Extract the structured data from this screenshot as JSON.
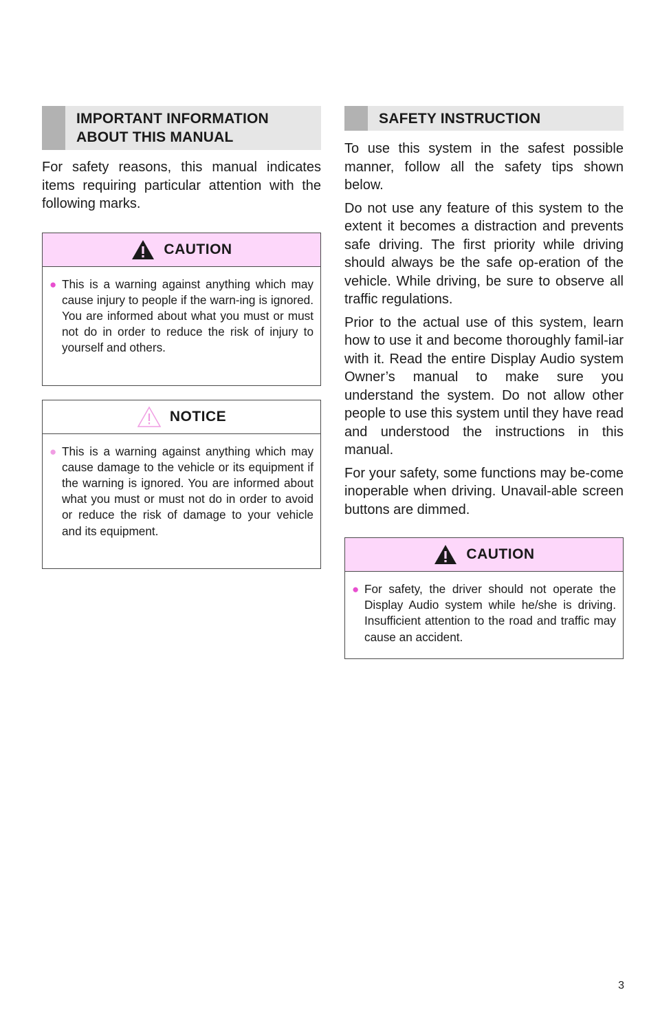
{
  "left": {
    "heading": "IMPORTANT INFORMATION ABOUT THIS MANUAL",
    "intro": "For safety reasons, this manual indicates items requiring particular attention with the following marks.",
    "caution_box": {
      "label": "CAUTION",
      "icon": "warning-triangle-filled",
      "item": "This is a warning against anything which may cause injury to people if the warn-ing is ignored. You are informed about what you must or must not do in order to reduce the risk of injury to yourself and others."
    },
    "notice_box": {
      "label": "NOTICE",
      "icon": "warning-triangle-outline",
      "item": "This is a warning against anything which may cause damage to the vehicle or its equipment if the warning is ignored. You are informed about what you must or must not do in order to avoid or reduce the risk of damage to your vehicle and its equipment."
    }
  },
  "right": {
    "heading": "SAFETY INSTRUCTION",
    "paragraphs": [
      "To use this system in the safest possible manner, follow all the safety tips shown below.",
      "Do not use any feature of this system to the extent it becomes a distraction and prevents safe driving. The first priority while driving should always be the safe op-eration of the vehicle. While driving, be sure to observe all traffic regulations.",
      "Prior to the actual use of this system, learn how to use it and become thoroughly famil-iar with it. Read the entire Display Audio system Owner’s manual to make sure you understand the system. Do not allow other people to use this system until they have read and understood the instructions in this manual.",
      "For your safety, some functions may be-come inoperable when driving. Unavail-able screen buttons are dimmed."
    ],
    "caution_box": {
      "label": "CAUTION",
      "icon": "warning-triangle-filled",
      "item": "For safety, the driver should not operate the Display Audio system while he/she is driving. Insufficient attention to the road and traffic may cause an accident."
    }
  },
  "page_number": "3",
  "colors": {
    "caution_header": "#fdd7fa",
    "bullet": "#e84fcf",
    "section_bar": "#b2b2b2",
    "section_bg": "#e6e6e6"
  }
}
